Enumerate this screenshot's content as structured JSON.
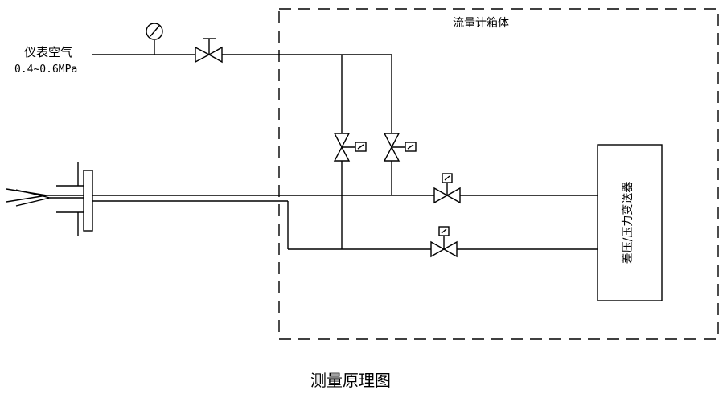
{
  "diagram": {
    "title": "测量原理图",
    "box_label": "流量计箱体",
    "transmitter_label": "差压/压力变送器",
    "air_supply": {
      "label": "仪表空气",
      "pressure": "0.4~0.6MPa"
    },
    "colors": {
      "line": "#000000",
      "background": "#ffffff"
    }
  }
}
